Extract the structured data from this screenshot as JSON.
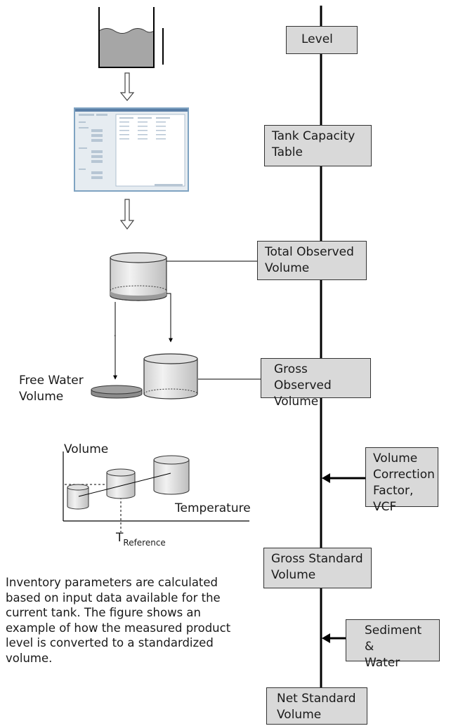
{
  "flow": {
    "level": "Level",
    "tank_capacity_table": [
      "Tank Capacity",
      "Table"
    ],
    "total_observed_volume": [
      "Total Observed",
      "Volume"
    ],
    "gross_observed_volume": [
      "Gross Observed",
      "Volume"
    ],
    "vcf": [
      "Volume",
      "Correction",
      "Factor, VCF"
    ],
    "gross_standard_volume": [
      "Gross Standard",
      "Volume"
    ],
    "sediment_water": [
      "Sediment &",
      "Water"
    ],
    "net_standard_volume": [
      "Net Standard",
      "Volume"
    ]
  },
  "labels": {
    "free_water_volume": [
      "Free Water",
      "Volume"
    ],
    "graph_y": "Volume",
    "graph_x": "Temperature",
    "t_ref_main": "T",
    "t_ref_sub": "Reference"
  },
  "description": [
    "Inventory parameters are calculated",
    "based on input data available for the",
    "current tank. The figure shows an",
    "example of how the measured product",
    "level is converted to a standardized",
    "volume."
  ],
  "colors": {
    "box_fill": "#d9d9d9",
    "liquid": "#a6a6a6",
    "line": "#000000"
  }
}
